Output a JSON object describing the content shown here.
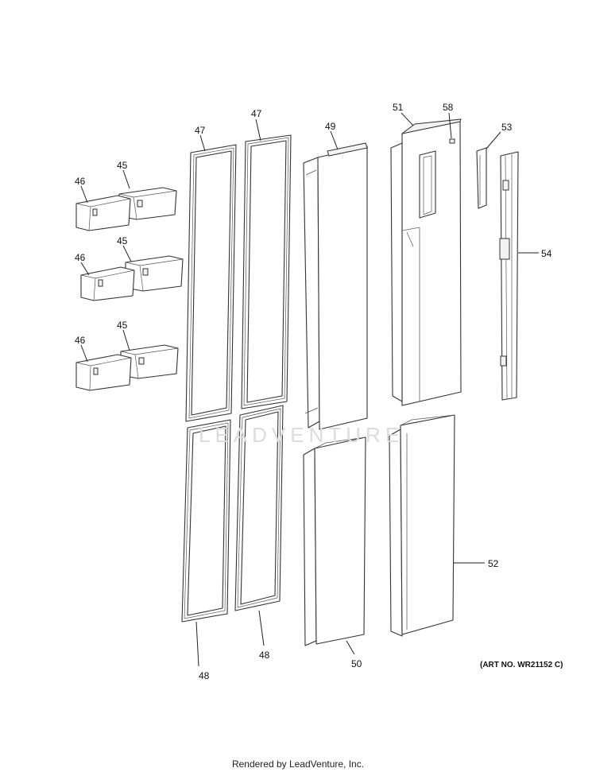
{
  "diagram": {
    "watermark": "LEADVENTURE",
    "art_number": "(ART NO. WR21152 C)",
    "labels": [
      {
        "text": "47"
      },
      {
        "text": "47"
      },
      {
        "text": "49"
      },
      {
        "text": "51"
      },
      {
        "text": "58"
      },
      {
        "text": "53"
      },
      {
        "text": "54"
      },
      {
        "text": "45"
      },
      {
        "text": "46"
      },
      {
        "text": "45"
      },
      {
        "text": "46"
      },
      {
        "text": "45"
      },
      {
        "text": "46"
      },
      {
        "text": "48"
      },
      {
        "text": "48"
      },
      {
        "text": "50"
      },
      {
        "text": "52"
      }
    ]
  },
  "footer": {
    "text": "Rendered by LeadVenture, Inc."
  }
}
